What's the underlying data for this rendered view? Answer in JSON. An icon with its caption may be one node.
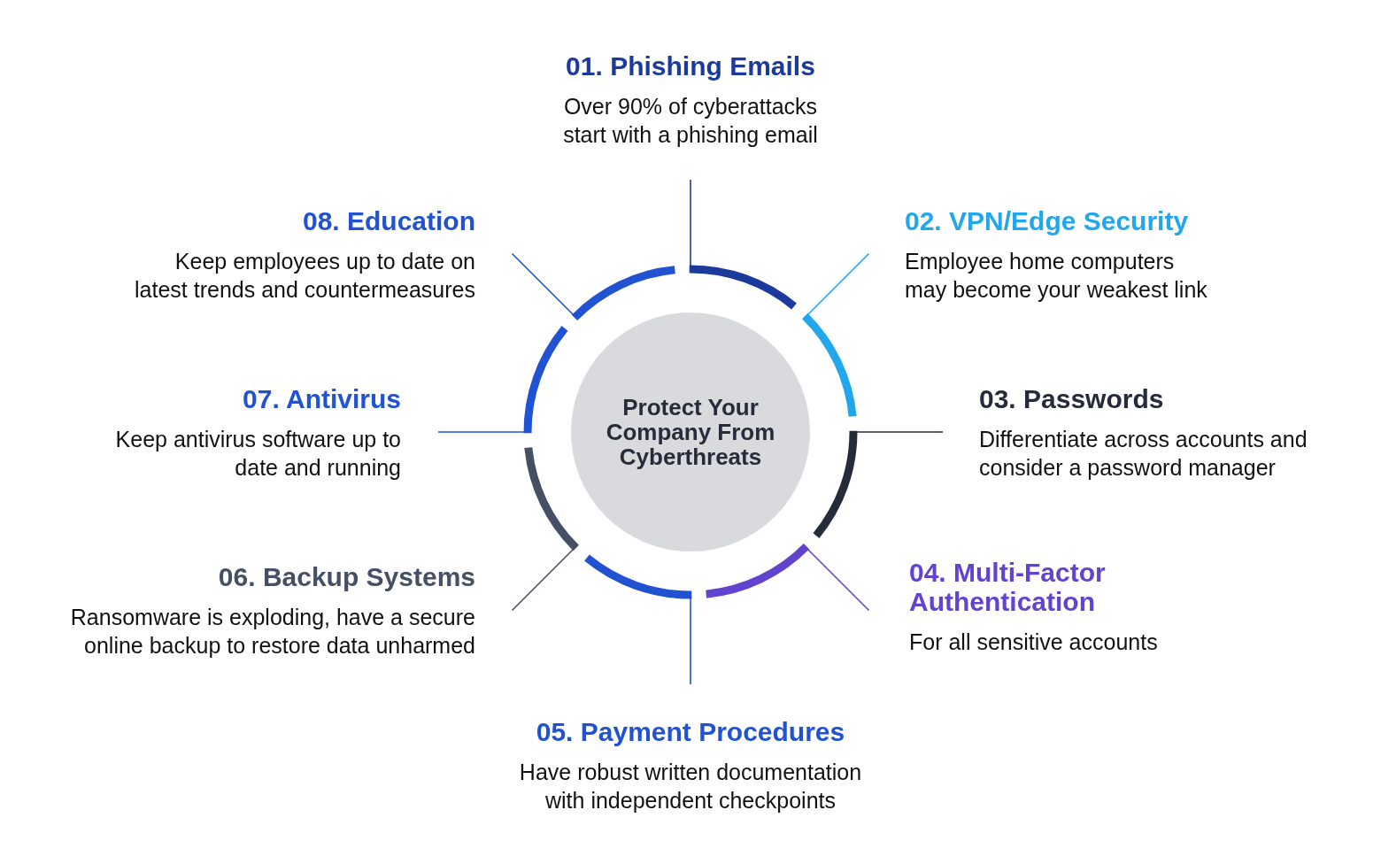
{
  "diagram": {
    "nodes": [
      {
        "text": [
          "Protect Your Company From Cyberthreats"
        ]
      },
      {
        "text": [
          "01. Phishing Emails",
          "Over 90% of cyberattacks start with a phishing email"
        ]
      },
      {
        "text": [
          "02. VPN/Edge Security",
          "Employee home computers may become your weakest link"
        ]
      },
      {
        "text": [
          "03. Passwords",
          "Differentiate across accounts and consider a password manager"
        ]
      },
      {
        "text": [
          "04. Multi-Factor Authentication",
          "For all sensitive accounts"
        ]
      },
      {
        "text": [
          "05. Payment Procedures",
          "Have robust written documentation with independent checkpoints"
        ]
      },
      {
        "text": [
          "06. Backup Systems",
          "Ransomware is exploding, have a secure online backup to restore data unharmed"
        ]
      },
      {
        "text": [
          "07. Antivirus",
          "Keep antivirus software up to date and running"
        ]
      },
      {
        "text": [
          "08. Education",
          "Keep employees up to date on latest trends and countermeasures"
        ]
      },
      {
        "text": [],
        "shape": "arc"
      },
      {
        "text": [],
        "shape": "arc"
      },
      {
        "text": [],
        "shape": "arc"
      },
      {
        "text": [],
        "shape": "arc"
      },
      {
        "text": [],
        "shape": "arc"
      },
      {
        "text": [],
        "shape": "arc"
      },
      {
        "text": [],
        "shape": "arc"
      },
      {
        "text": [],
        "shape": "arc"
      }
    ],
    "edges": [
      {
        "from": 1,
        "to": 9,
        "arrow": "none",
        "color": "#1c3a9c"
      },
      {
        "from": 2,
        "to": 10,
        "arrow": "none",
        "color": "#22a7ec"
      },
      {
        "from": 3,
        "to": 11,
        "arrow": "none",
        "color": "#252b3a"
      },
      {
        "from": 4,
        "to": 12,
        "arrow": "none",
        "color": "#6243cf"
      },
      {
        "from": 5,
        "to": 13,
        "arrow": "none"
      },
      {
        "from": 6,
        "to": 14,
        "arrow": "none",
        "color": "#465064"
      },
      {
        "from": 7,
        "to": 15,
        "arrow": "none"
      },
      {
        "from": 8,
        "to": 16,
        "arrow": "none"
      }
    ]
  }
}
